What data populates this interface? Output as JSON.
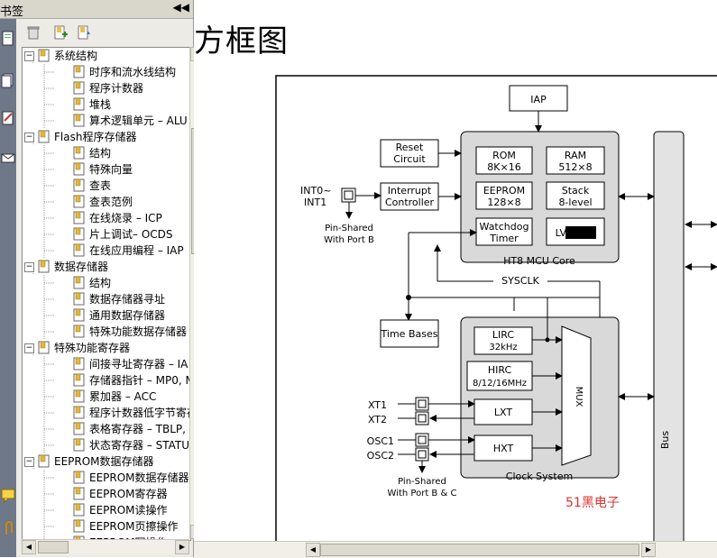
{
  "panel": {
    "title": "书签",
    "collapse_glyph": "◀◀"
  },
  "tree": [
    {
      "level": 0,
      "expanded": true,
      "label": "系统结构"
    },
    {
      "level": 1,
      "label": "时序和流水线结构"
    },
    {
      "level": 1,
      "label": "程序计数器"
    },
    {
      "level": 1,
      "label": "堆栈"
    },
    {
      "level": 1,
      "label": "算术逻辑单元 – ALU"
    },
    {
      "level": 0,
      "expanded": true,
      "label": "Flash程序存储器"
    },
    {
      "level": 1,
      "label": "结构"
    },
    {
      "level": 1,
      "label": "特殊向量"
    },
    {
      "level": 1,
      "label": "查表"
    },
    {
      "level": 1,
      "label": "查表范例"
    },
    {
      "level": 1,
      "label": "在线烧录 – ICP"
    },
    {
      "level": 1,
      "label": "片上调试– OCDS"
    },
    {
      "level": 1,
      "label": "在线应用编程 – IAP"
    },
    {
      "level": 0,
      "expanded": true,
      "label": "数据存储器"
    },
    {
      "level": 1,
      "label": "结构"
    },
    {
      "level": 1,
      "label": "数据存储器寻址"
    },
    {
      "level": 1,
      "label": "通用数据存储器"
    },
    {
      "level": 1,
      "label": "特殊功能数据存储器"
    },
    {
      "level": 0,
      "expanded": true,
      "label": "特殊功能寄存器"
    },
    {
      "level": 1,
      "label": "间接寻址寄存器 – IA"
    },
    {
      "level": 1,
      "label": "存储器指针 – MP0, M"
    },
    {
      "level": 1,
      "label": "累加器 – ACC"
    },
    {
      "level": 1,
      "label": "程序计数器低字节寄存"
    },
    {
      "level": 1,
      "label": "表格寄存器 – TBLP,"
    },
    {
      "level": 1,
      "label": "状态寄存器 – STATU"
    },
    {
      "level": 0,
      "expanded": true,
      "label": "EEPROM数据存储器"
    },
    {
      "level": 1,
      "label": "EEPROM数据存储器结"
    },
    {
      "level": 1,
      "label": "EEPROM寄存器"
    },
    {
      "level": 1,
      "label": "EEPROM读操作"
    },
    {
      "level": 1,
      "label": "EEPROM页擦操作"
    },
    {
      "level": 1,
      "label": "EEPROM写操作"
    }
  ],
  "doc": {
    "title": "方框图",
    "watermark": "51黑电子"
  },
  "diagram": {
    "iap": "IAP",
    "reset": [
      "Reset",
      "Circuit"
    ],
    "interrupt": [
      "Interrupt",
      "Controller"
    ],
    "int_pin": [
      "INT0~",
      "INT1"
    ],
    "pin_shared_b": [
      "Pin-Shared",
      "With Port B"
    ],
    "rom": [
      "ROM",
      "8K×16"
    ],
    "ram": [
      "RAM",
      "512×8"
    ],
    "eeprom": [
      "EEPROM",
      "128×8"
    ],
    "stack": [
      "Stack",
      "8-level"
    ],
    "watchdog": [
      "Watchdog",
      "Timer"
    ],
    "lvd": "LVD/LVR",
    "core_label": "HT8 MCU Core",
    "sysclk": "SYSCLK",
    "time_bases": "Time Bases",
    "lirc": [
      "LIRC",
      "32kHz"
    ],
    "hirc": [
      "HIRC",
      "8/12/16MHz"
    ],
    "mux": "MUX",
    "lxt": "LXT",
    "hxt": "HXT",
    "xt1": "XT1",
    "xt2": "XT2",
    "osc1": "OSC1",
    "osc2": "OSC2",
    "pin_shared_bc": [
      "Pin-Shared",
      "With Port B & C"
    ],
    "clock_system": "Clock System",
    "bus": "Bus"
  }
}
